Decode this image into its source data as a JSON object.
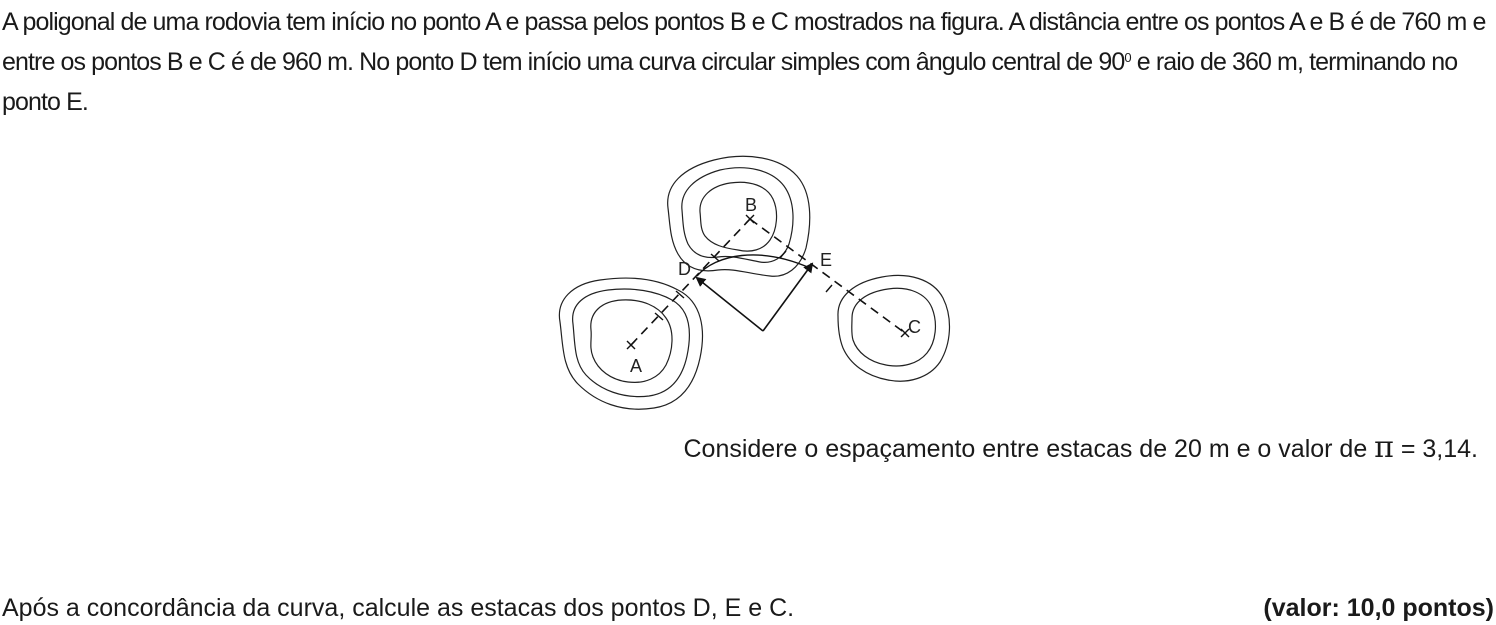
{
  "problem": {
    "intro_part1": "A poligonal de uma rodovia tem início no ponto A e passa pelos pontos B e C mostrados na figura. A distância entre os pontos A e B é de 760 m e entre os pontos B e C é de 960 m. No ponto D tem início uma curva circular simples com ângulo central de 90",
    "intro_degree": "0",
    "intro_part2": " e raio de 360 m, terminando no ponto E."
  },
  "figure": {
    "labels": {
      "a": "A",
      "b": "B",
      "c": "C",
      "d": "D",
      "e": "E"
    }
  },
  "note": {
    "text_before": "Considere o espaçamento entre estacas de 20 m e o valor de ",
    "pi_symbol": "π",
    "text_after": " = 3,14."
  },
  "question": {
    "text": "Após a concordância da curva, calcule as estacas dos pontos D, E e C.",
    "points": "(valor: 10,0 pontos)"
  }
}
